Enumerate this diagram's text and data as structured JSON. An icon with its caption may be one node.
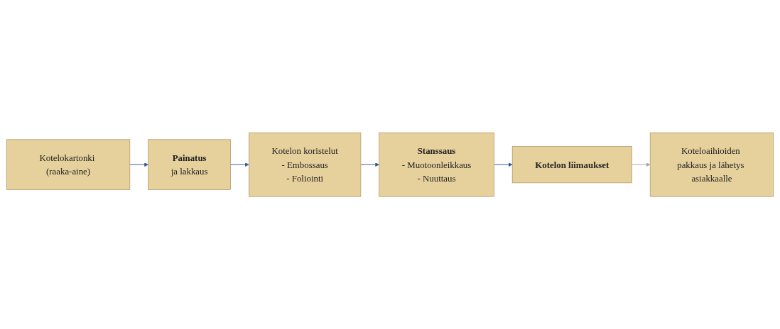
{
  "diagram": {
    "nodes": [
      {
        "text": [
          "Kotelokartonki (raaka-aine)"
        ]
      },
      {
        "text": [
          "Painatus",
          "ja lakkaus"
        ]
      },
      {
        "text": [
          "Kotelon koristelut",
          "- Embossaus",
          "- Foliointi"
        ]
      },
      {
        "text": [
          "Stanssaus",
          "- Muotoonleikkaus",
          "- Nuuttaus"
        ]
      },
      {
        "text": [
          "Kotelon liimaukset"
        ]
      },
      {
        "text": [
          "Koteloaihioiden pakkaus ja lähetys asiakkaalle"
        ]
      }
    ],
    "edges": [
      {
        "from": 0,
        "to": 1,
        "arrow": "to"
      },
      {
        "from": 1,
        "to": 2,
        "arrow": "to"
      },
      {
        "from": 2,
        "to": 3,
        "arrow": "to"
      },
      {
        "from": 3,
        "to": 4,
        "arrow": "to"
      },
      {
        "from": 4,
        "to": 5,
        "arrow": "to",
        "color": "#a6a6a6"
      }
    ]
  }
}
